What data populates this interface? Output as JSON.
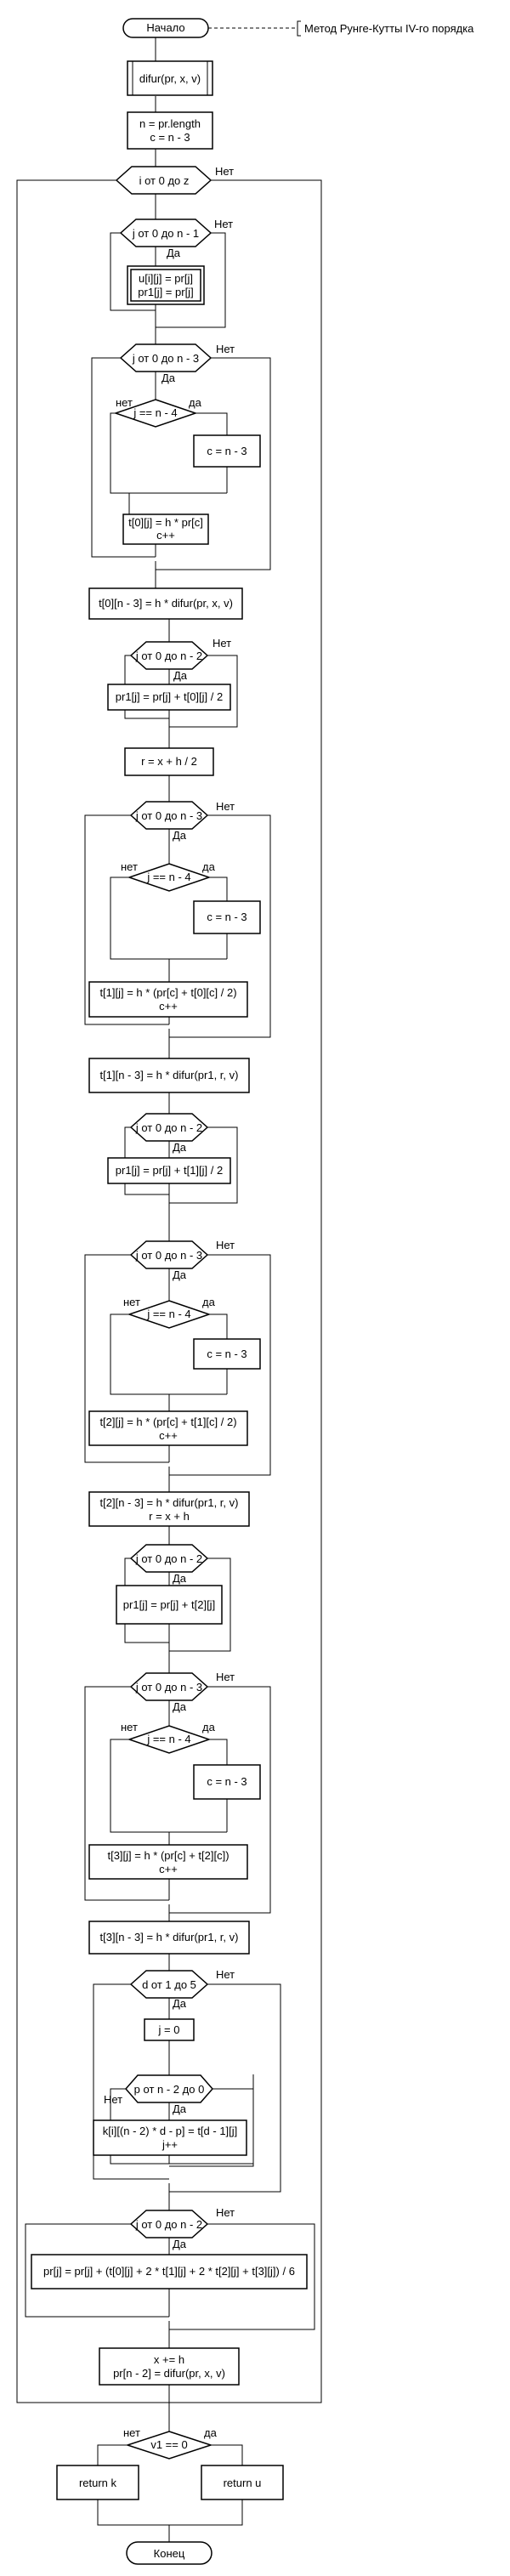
{
  "start": "Начало",
  "end": "Конец",
  "comment": "Метод Рунге-Кутты IV-го порядка",
  "labels": {
    "yes": "Да",
    "no": "Нет",
    "da": "да",
    "net": "нет"
  },
  "nodes": {
    "proc_difur": "difur(pr, x, v)",
    "init_1": "n = pr.length",
    "init_2": "c = n - 3",
    "loop_i": "i от 0 до z",
    "loop_j1": "j от 0 до n - 1",
    "copy_1": "u[i][j] = pr[j]",
    "copy_2": "pr1[j] = pr[j]",
    "loop_j_t0": "j от 0 до n - 3",
    "cond_t0": "j == n - 4",
    "set_c_t0": "c = n - 3",
    "calc_t0_1": "t[0][j] = h * pr[c]",
    "calc_t0_2": "c++",
    "t0_last": "t[0][n - 3] = h * difur(pr, x, v)",
    "loop_pr1_a": "j от 0 до n - 2",
    "pr1_a": "pr1[j] = pr[j] + t[0][j] / 2",
    "r_half": "r = x + h / 2",
    "loop_j_t1": "j от 0 до n - 3",
    "cond_t1": "j == n - 4",
    "set_c_t1": "c = n - 3",
    "calc_t1_1": "t[1][j] = h * (pr[c] + t[0][c] / 2)",
    "calc_t1_2": "c++",
    "t1_last": "t[1][n - 3] = h * difur(pr1, r, v)",
    "loop_pr1_b": "j от 0 до n - 2",
    "pr1_b": "pr1[j] = pr[j] + t[1][j] / 2",
    "loop_j_t2": "j от 0 до n - 3",
    "cond_t2": "j == n - 4",
    "set_c_t2": "c = n - 3",
    "calc_t2_1": "t[2][j] = h * (pr[c] + t[1][c] / 2)",
    "calc_t2_2": "c++",
    "t2_last_1": "t[2][n - 3] = h * difur(pr1, r, v)",
    "t2_last_2": "r = x + h",
    "loop_pr1_c": "j от 0 до n - 2",
    "pr1_c": "pr1[j] = pr[j] + t[2][j]",
    "loop_j_t3": "j от 0 до n - 3",
    "cond_t3": "j == n - 4",
    "set_c_t3": "c = n - 3",
    "calc_t3_1": "t[3][j] = h * (pr[c] + t[2][c])",
    "calc_t3_2": "c++",
    "t3_last": "t[3][n - 3] = h * difur(pr1, r, v)",
    "loop_d": "d от 1 до 5",
    "j_zero": "j = 0",
    "loop_p": "p от n - 2 до 0",
    "k_calc_1": "k[i][(n - 2) * d - p] = t[d - 1][j]",
    "k_calc_2": "j++",
    "loop_pr_final": "j от 0 до n - 2",
    "pr_final": "pr[j] = pr[j] + (t[0][j] + 2 * t[1][j] + 2 * t[2][j] + t[3][j]) / 6",
    "x_step_1": "x += h",
    "x_step_2": "pr[n - 2] = difur(pr, x, v)",
    "cond_v1": "v1 == 0",
    "ret_k": "return k",
    "ret_u": "return u"
  }
}
